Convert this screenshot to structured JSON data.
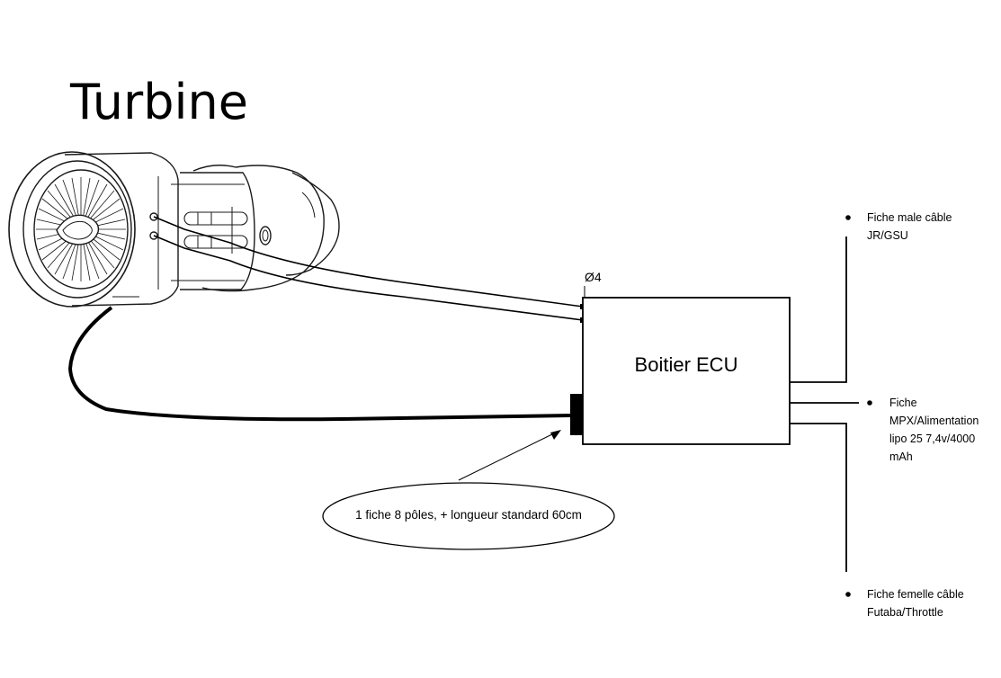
{
  "title": "Turbine",
  "ecu": {
    "label": "Boitier ECU"
  },
  "wire_diameter_label": "Ø4",
  "harness_note": "1 fiche 8 pôles, + longueur standard 60cm",
  "connectors": [
    {
      "lines": [
        "Fiche male câble",
        "JR/GSU"
      ]
    },
    {
      "lines": [
        "Fiche",
        "MPX/Alimentation",
        "lipo 25 7,4v/4000",
        "mAh"
      ]
    },
    {
      "lines": [
        "Fiche femelle câble",
        "Futaba/Throttle"
      ]
    }
  ]
}
